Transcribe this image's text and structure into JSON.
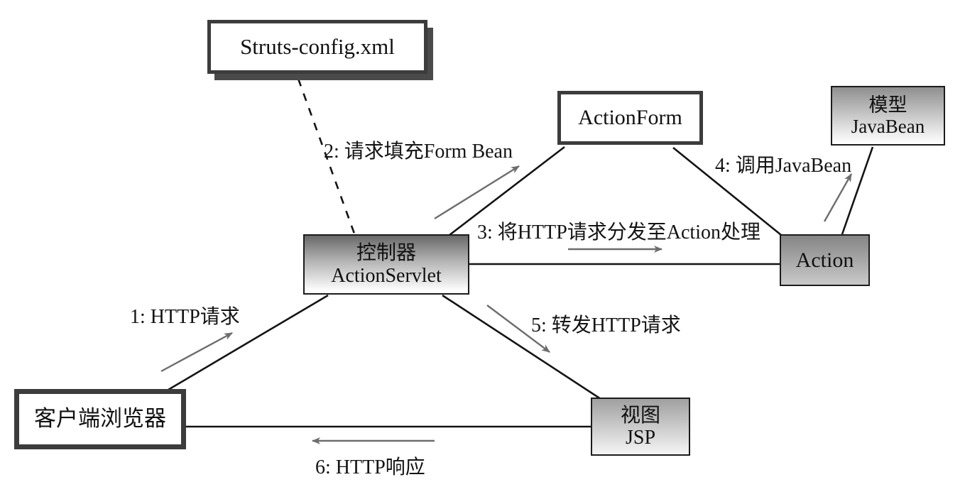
{
  "diagram": {
    "type": "struts-mvc-flow-diagram",
    "colors": {
      "background": "#ffffff",
      "line_black": "#141414",
      "arrow_gray": "#6d6d6d",
      "border_dark": "#3c3c3c",
      "gradient_top_gray": "#8a8a8a"
    },
    "nodes": {
      "struts_config": {
        "label": "Struts-config.xml"
      },
      "action_form": {
        "label": "ActionForm"
      },
      "model_javabean": {
        "line1": "模型",
        "line2": "JavaBean"
      },
      "action_servlet": {
        "line1": "控制器",
        "line2": "ActionServlet"
      },
      "action": {
        "label": "Action"
      },
      "client_browser": {
        "label": "客户端浏览器"
      },
      "view_jsp": {
        "line1": "视图",
        "line2": "JSP"
      }
    },
    "edge_labels": {
      "step1": "1: HTTP请求",
      "step2": "2: 请求填充Form Bean",
      "step3": "3: 将HTTP请求分发至Action处理",
      "step4": "4: 调用JavaBean",
      "step5": "5: 转发HTTP请求",
      "step6": "6: HTTP响应"
    }
  }
}
